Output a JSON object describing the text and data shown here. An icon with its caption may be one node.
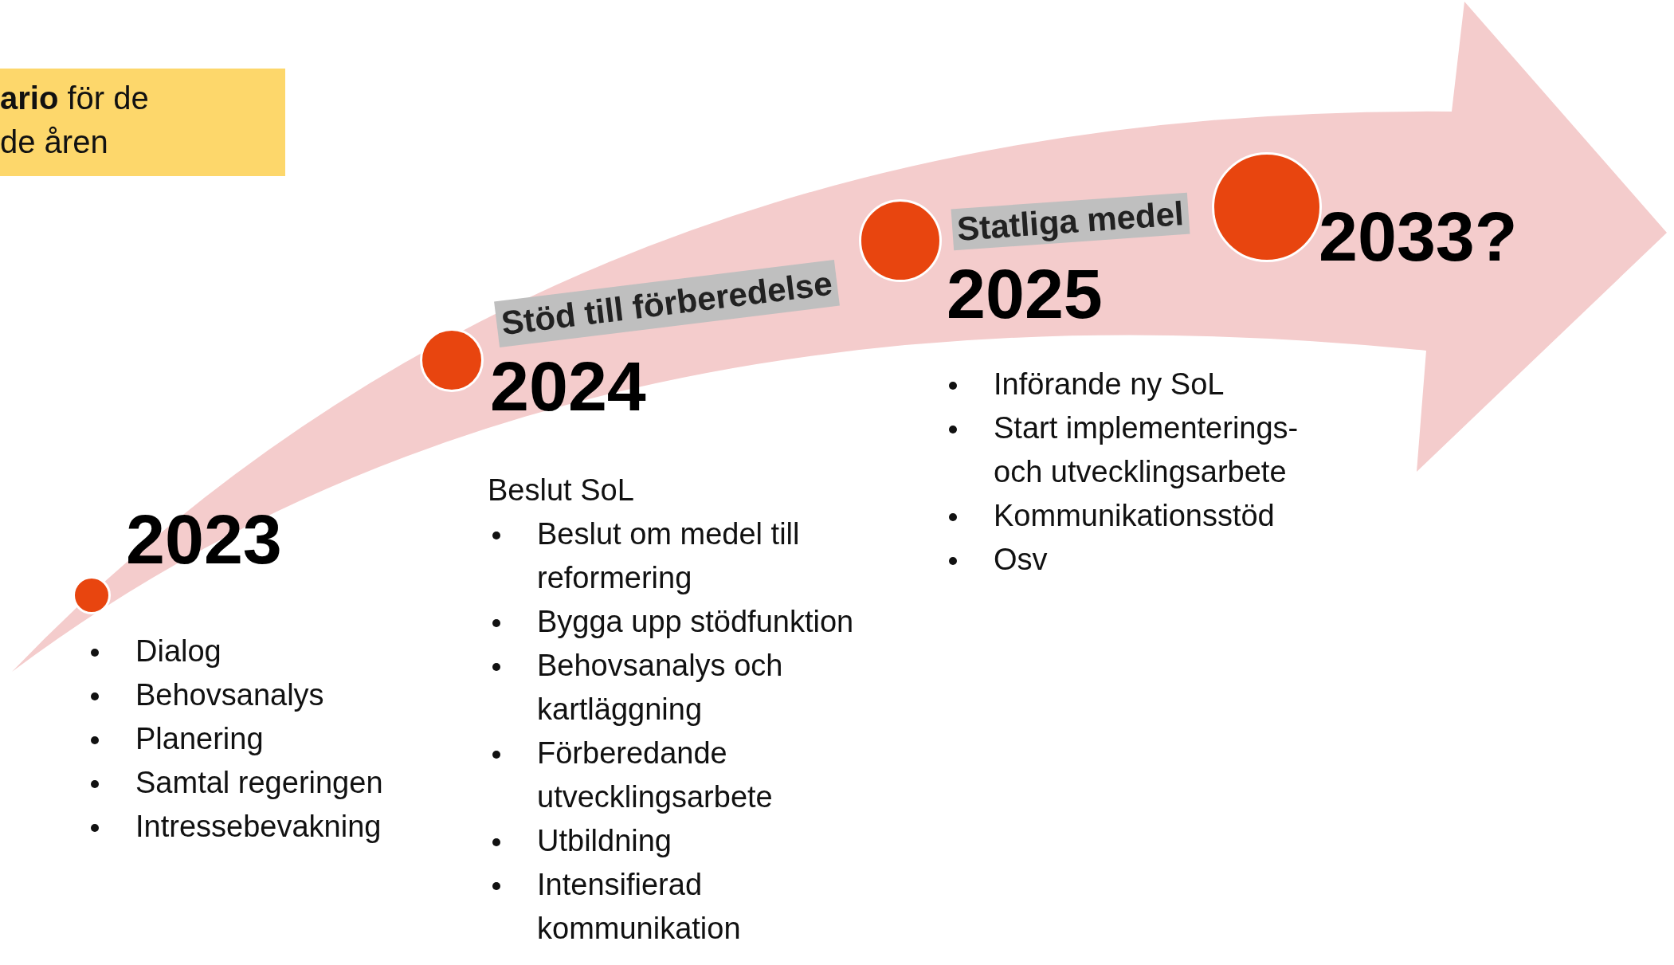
{
  "diagram": {
    "nodes": [
      {
        "text": [
          "**ario** för de de åren"
        ]
      },
      {
        "text": [],
        "shape": "circle"
      },
      {
        "text": [],
        "shape": "circle"
      },
      {
        "text": [
          "Stöd till förberedelse"
        ]
      },
      {
        "text": [],
        "shape": "circle"
      },
      {
        "text": [
          "Statliga medel"
        ]
      },
      {
        "text": [],
        "shape": "circle"
      }
    ],
    "labels": [
      "2023",
      "Dialog",
      "Behovsanalys",
      "Planering",
      "Samtal regeringen",
      "Intressebevakning",
      "2024",
      "Beslut SoL",
      "Beslut om medel till reformering",
      "Bygga upp stödfunktion",
      "Behovsanalys och kartläggning",
      "Förberedande utvecklingsarbete",
      "Utbildning",
      "Intensifierad kommunikation",
      "2025",
      "Införande ny SoL",
      "Start implementerings- och utvecklingsarbete",
      "Kommunikationsstöd",
      "Osv",
      "2033?"
    ]
  }
}
